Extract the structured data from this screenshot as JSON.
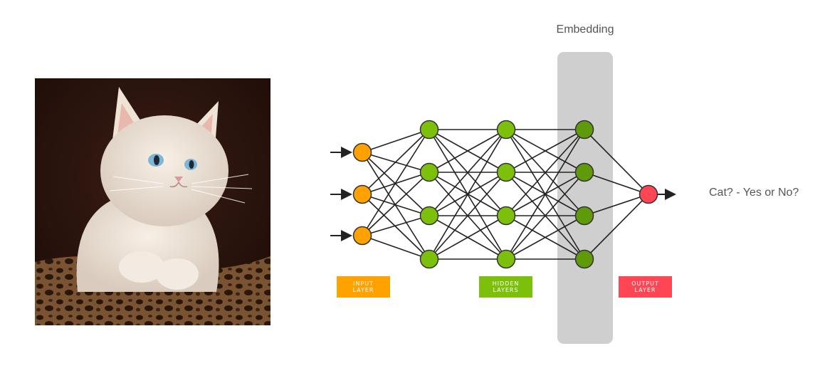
{
  "embedding_label": "Embedding",
  "result_label": "Cat? - Yes or No?",
  "photo": {
    "subject": "white kitten"
  },
  "layers": {
    "input": {
      "label": "INPUT LAYER",
      "color": "#FFA200"
    },
    "hidden": {
      "label": "HIDDEN LAYERS",
      "color": "#7CC00B"
    },
    "output": {
      "label": "OUTPUT LAYER",
      "color": "#FF4655"
    }
  },
  "colors": {
    "embedding_band": "#CFCFCF",
    "input_node": "#FFA200",
    "hidden_node": "#7CC00B",
    "embedding_node": "#5E9A0A",
    "output_node": "#FF4655",
    "edge": "#222222"
  }
}
